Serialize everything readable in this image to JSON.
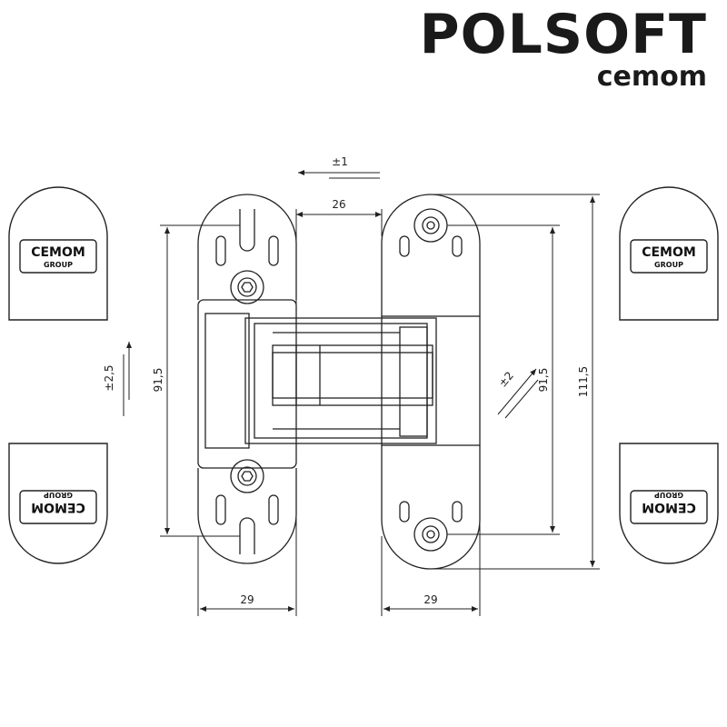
{
  "brand": {
    "name": "POLSOFT",
    "sub": "cemom",
    "accent": "#c8202a"
  },
  "caps": {
    "brand": "CEMOM",
    "sub": "GROUP"
  },
  "dimensions": {
    "shift_horizontal": "±1",
    "gap": "26",
    "shift_vertical": "±2,5",
    "left_height": "91,5",
    "diag_shift": "±2",
    "right_inner_height": "91,5",
    "right_total_height": "111,5",
    "left_width": "29",
    "right_width": "29"
  }
}
